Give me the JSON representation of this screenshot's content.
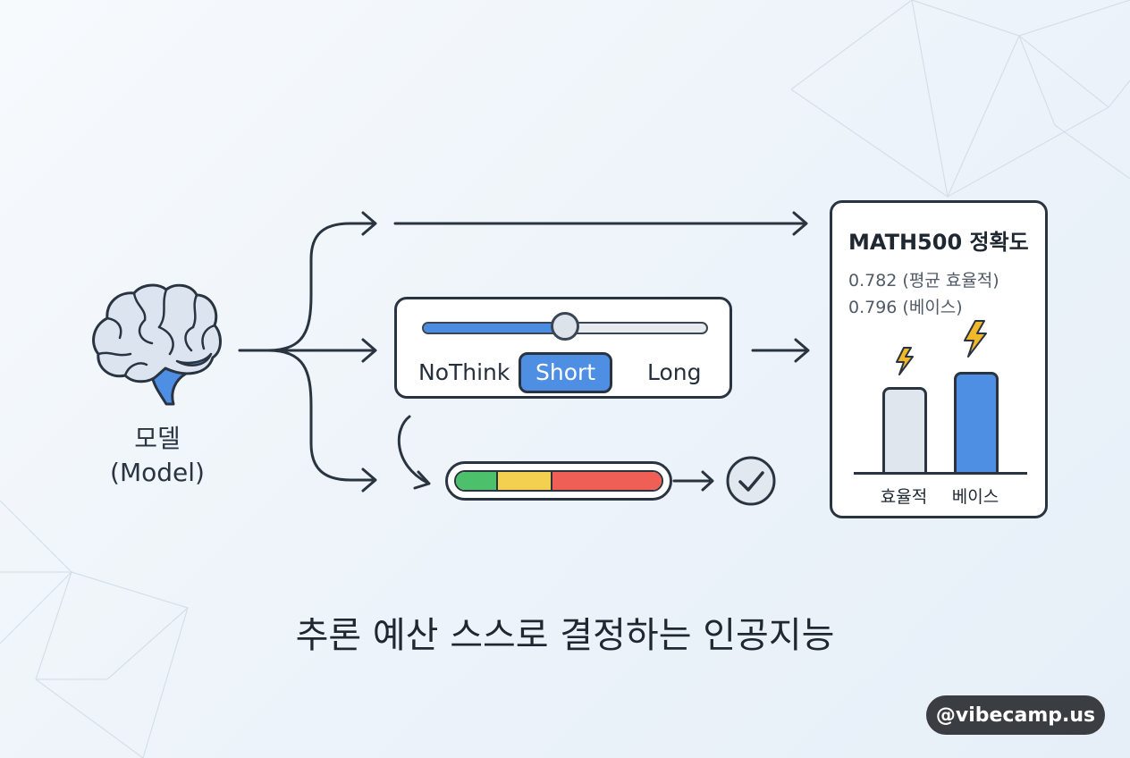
{
  "model": {
    "name": "모델",
    "name_en": "(Model)"
  },
  "budget_selector": {
    "options": [
      "NoThink",
      "Short",
      "Long"
    ],
    "selected": "Short",
    "slider_level": 0.5
  },
  "budget_meter": {
    "segments": [
      {
        "color": "#4dc06b",
        "fraction": 0.2
      },
      {
        "color": "#f3d04f",
        "fraction": 0.26
      },
      {
        "color": "#ef5f55",
        "fraction": 0.54
      }
    ]
  },
  "results": {
    "title": "MATH500 정확도",
    "line1": "0.782 (평균 효율적)",
    "line2": "0.796 (베이스)",
    "bars": [
      {
        "label": "효율적",
        "value": 0.782,
        "color": "#dfe6ee"
      },
      {
        "label": "베이스",
        "value": 0.796,
        "color": "#4f8fe3"
      }
    ]
  },
  "headline": "추론 예산 스스로 결정하는 인공지능",
  "watermark": "@vibecamp.us",
  "icons": [
    "brain-icon",
    "check-circle-icon",
    "lightning-icon"
  ]
}
